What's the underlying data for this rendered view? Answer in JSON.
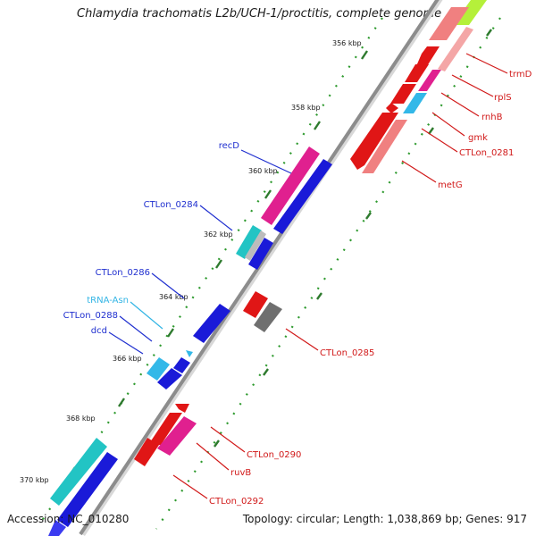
{
  "title": "Chlamydia trachomatis L2b/UCH-1/proctitis, complete genome",
  "footer": {
    "accession": "Accession: NC_010280",
    "topology": "Topology: circular; Length: 1,038,869 bp; Genes: 917"
  },
  "ticks": [
    {
      "kbp": 356,
      "label": "356 kbp"
    },
    {
      "kbp": 358,
      "label": "358 kbp"
    },
    {
      "kbp": 360,
      "label": "360 kbp"
    },
    {
      "kbp": 362,
      "label": "362 kbp"
    },
    {
      "kbp": 364,
      "label": "364 kbp"
    },
    {
      "kbp": 366,
      "label": "366 kbp"
    },
    {
      "kbp": 368,
      "label": "368 kbp"
    },
    {
      "kbp": 370,
      "label": "370 kbp"
    }
  ],
  "gene_labels": {
    "forward": [
      {
        "name": "recD",
        "color": "#1f2fcf"
      },
      {
        "name": "CTLon_0284",
        "color": "#1f2fcf"
      },
      {
        "name": "CTLon_0286",
        "color": "#1f2fcf"
      },
      {
        "name": "tRNA-Asn",
        "color": "#33b5e5"
      },
      {
        "name": "CTLon_0288",
        "color": "#1f2fcf"
      },
      {
        "name": "dcd",
        "color": "#1f2fcf"
      }
    ],
    "reverse": [
      {
        "name": "trmD",
        "color": "#d11919"
      },
      {
        "name": "rplS",
        "color": "#d11919"
      },
      {
        "name": "rnhB",
        "color": "#d11919"
      },
      {
        "name": "gmk",
        "color": "#d11919"
      },
      {
        "name": "CTLon_0281",
        "color": "#d11919"
      },
      {
        "name": "metG",
        "color": "#d11919"
      },
      {
        "name": "CTLon_0285",
        "color": "#d11919"
      },
      {
        "name": "CTLon_0290",
        "color": "#d11919"
      },
      {
        "name": "ruvB",
        "color": "#d11919"
      },
      {
        "name": "CTLon_0292",
        "color": "#d11919"
      }
    ]
  },
  "colors": {
    "backbone": "#8c8c8c",
    "tick_dots": "#2e9a2e",
    "forward_cds": "#1a1ad8",
    "reverse_cds": "#e01616",
    "reverse_cds_light": "#f08080",
    "rrna_cyan": "#33b8e8",
    "teal": "#22c4c4",
    "magenta": "#e0208f",
    "gray": "#6f6f6f",
    "lime": "#b5f03a"
  }
}
